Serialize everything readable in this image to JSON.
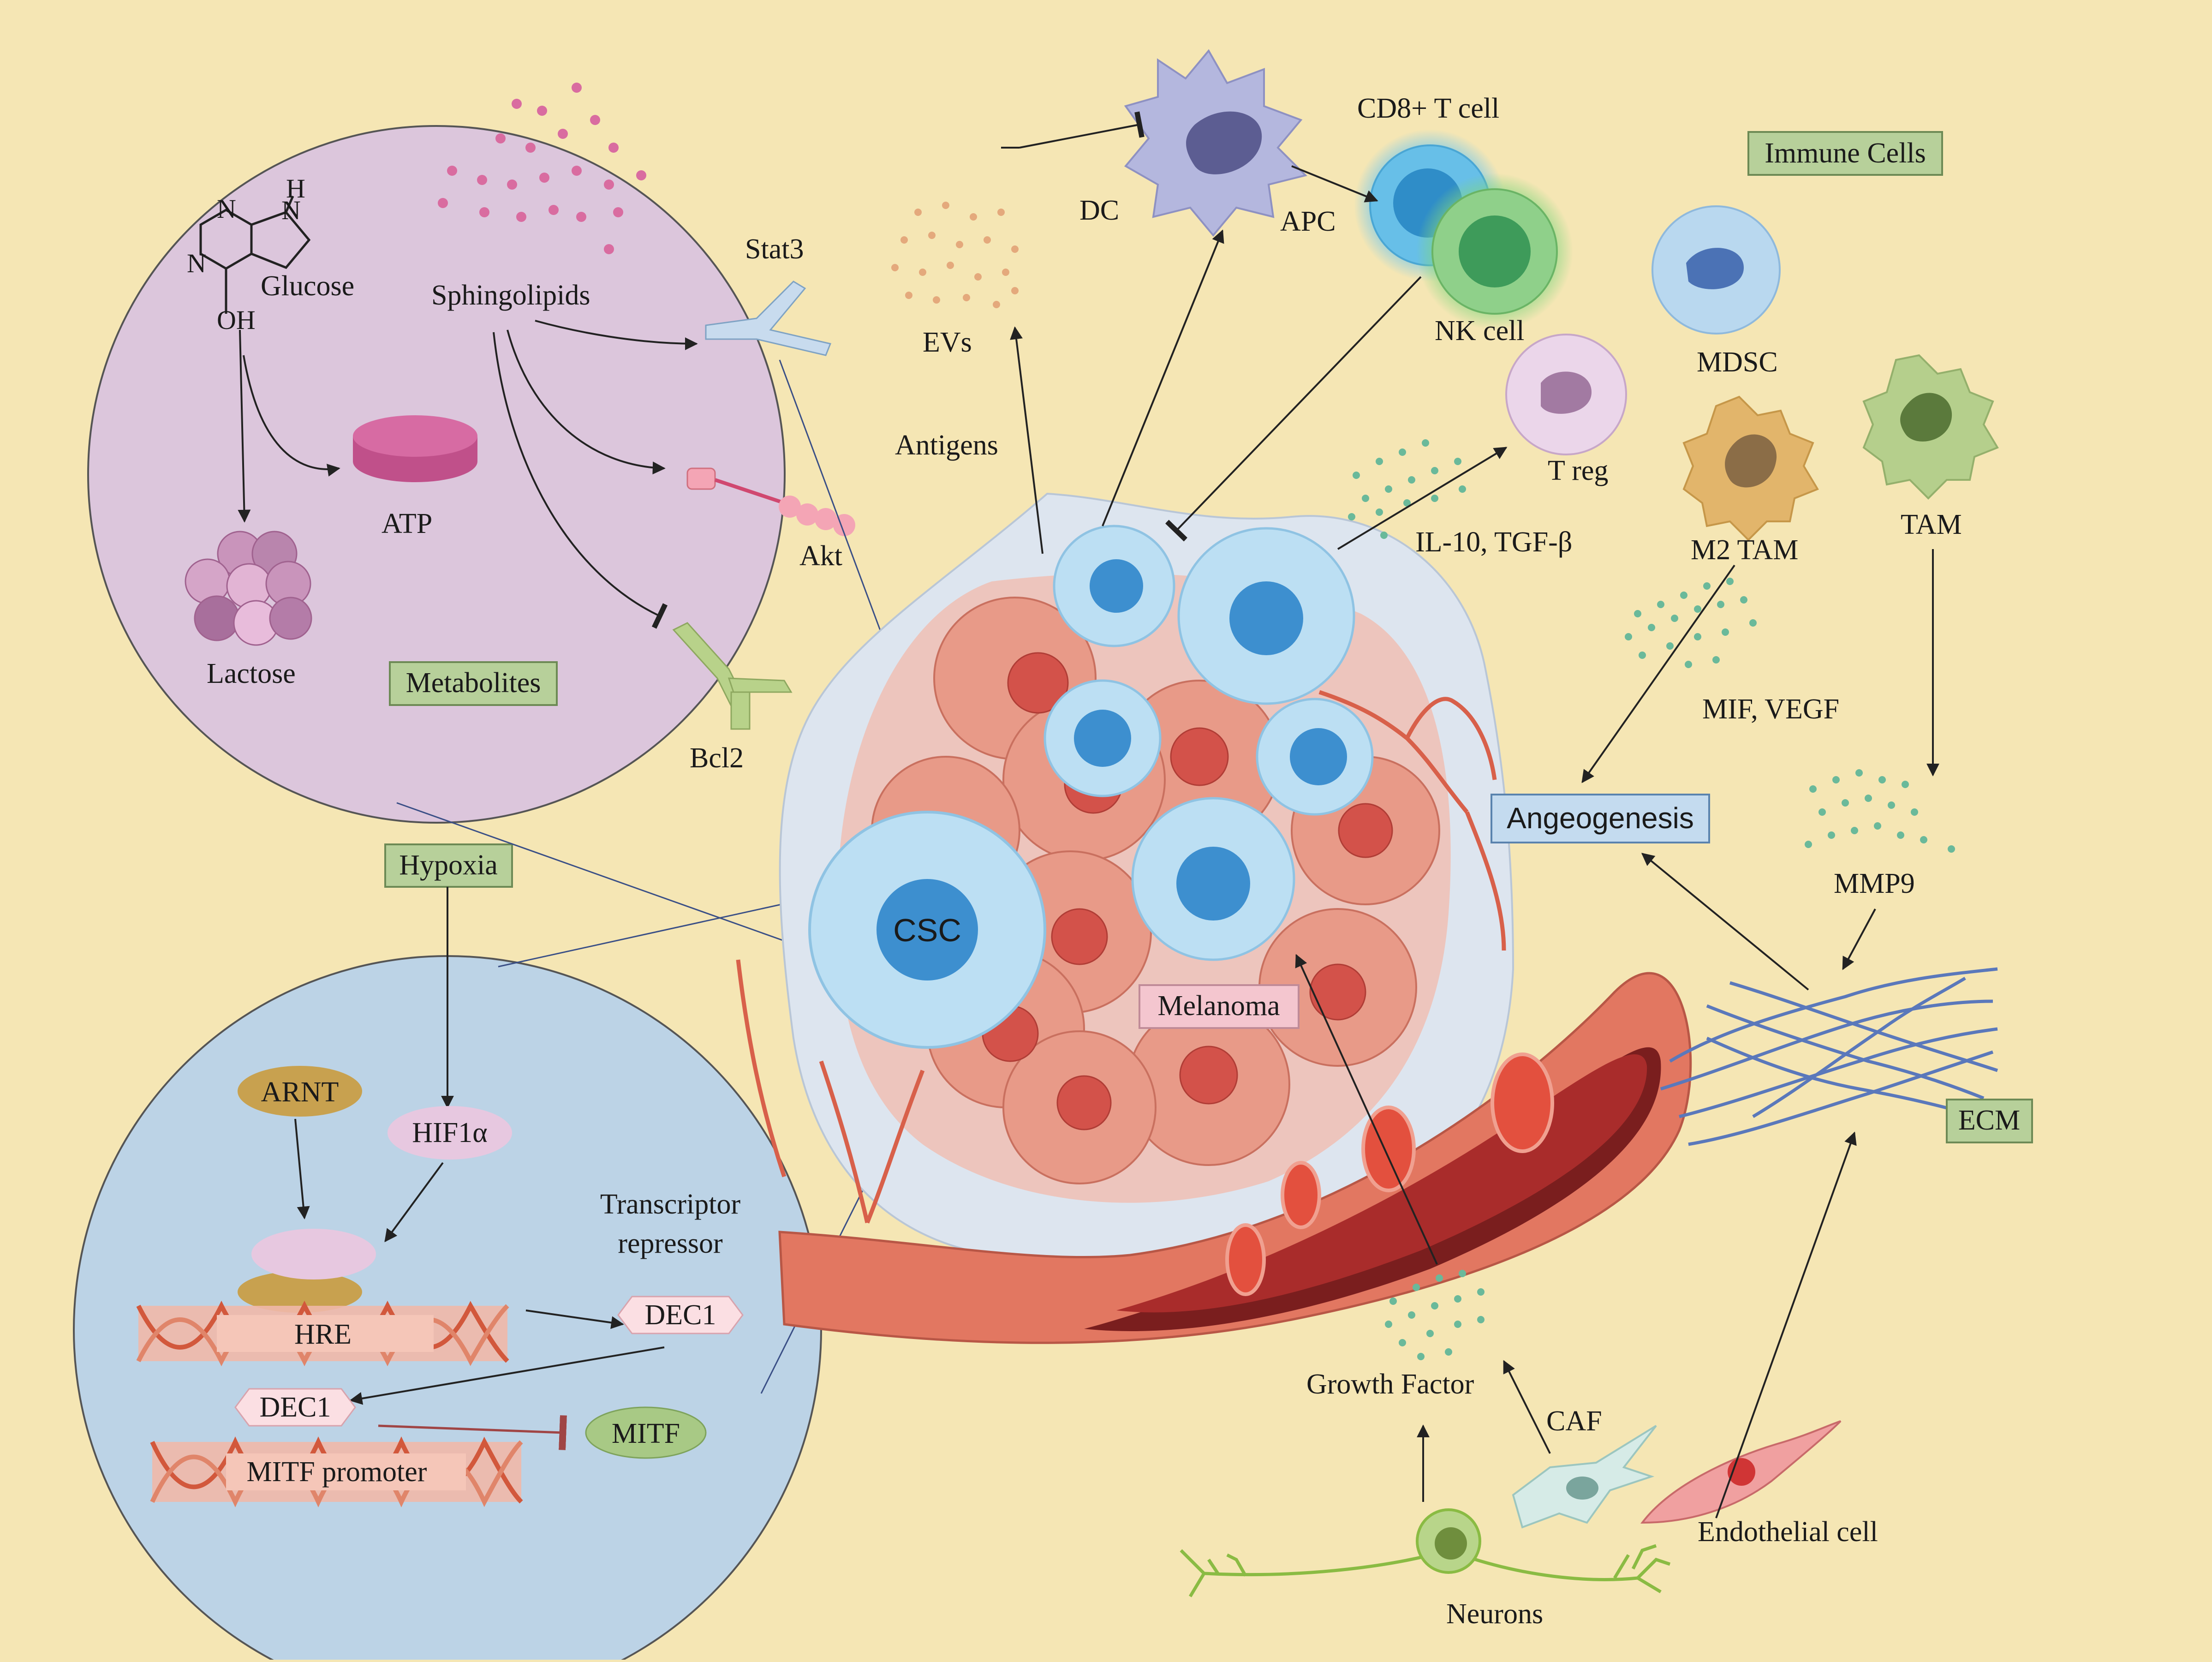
{
  "boxes": {
    "immune_cells": "Immune Cells",
    "metabolites": "Metabolites",
    "hypoxia": "Hypoxia",
    "angeogenesis": "Angeogenesis",
    "melanoma": "Melanoma",
    "ecm": "ECM"
  },
  "metabolites": {
    "glucose": "Glucose",
    "sphingolipids": "Sphingolipids",
    "stat3": "Stat3",
    "atp": "ATP",
    "akt": "Akt",
    "lactose": "Lactose",
    "bcl2": "Bcl2",
    "atom_h": "H",
    "atom_n": "N",
    "atom_oh": "OH"
  },
  "immune": {
    "dc": "DC",
    "apc": "APC",
    "cd8": "CD8+ T cell",
    "nk": "NK cell",
    "evs": "EVs",
    "antigens": "Antigens",
    "treg": "T reg",
    "il10": "IL-10, TGF-β",
    "mdsc": "MDSC",
    "m2tam": "M2 TAM",
    "tam": "TAM",
    "mif": "MIF, VEGF",
    "mmp9": "MMP9"
  },
  "tumor": {
    "csc": "CSC"
  },
  "hypoxia": {
    "hif1a": "HIF1α",
    "arnt": "ARNT",
    "transcriptor": "Transcriptor",
    "repressor": "repressor",
    "hre": "HRE",
    "dec1_a": "DEC1",
    "dec1_b": "DEC1",
    "mitf": "MITF",
    "mitf_promoter": "MITF promoter"
  },
  "stroma": {
    "growth_factor": "Growth Factor",
    "caf": "CAF",
    "endothelial": "Endothelial cell",
    "neurons": "Neurons"
  },
  "colors": {
    "background": "#f5e6b4",
    "metabolite_circle": "#dcc6dc",
    "hypoxia_circle": "#bcd3e6",
    "green_box": "#b7d09a",
    "blue_box": "#c4dbef",
    "pink_box": "#f4c6cf"
  }
}
